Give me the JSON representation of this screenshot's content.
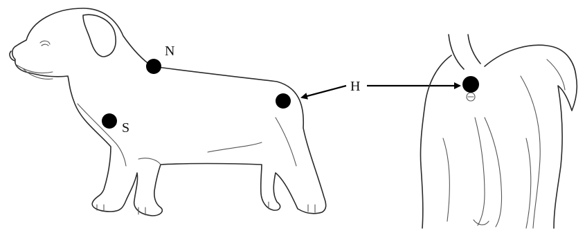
{
  "labels": {
    "n": "N",
    "s": "S",
    "h": "H"
  },
  "colors": {
    "marker": "#000000",
    "line": "#2a2a2a",
    "background": "#ffffff"
  }
}
